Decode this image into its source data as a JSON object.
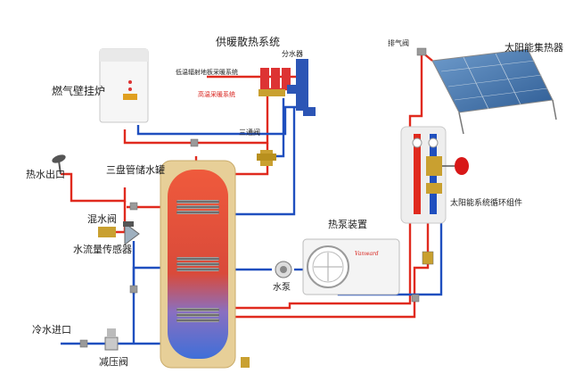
{
  "labels": {
    "boiler": "燃气壁挂炉",
    "heating_system": "供暖散热系统",
    "manifold": "分水器",
    "floor_heating": "低温辐射地板采暖系统",
    "radiator_heating": "高温采暖系统",
    "three_way_valve": "三通阀",
    "exhaust_valve": "排气阀",
    "solar_collector": "太阳能集热器",
    "solar_loop": "太阳能系统循环组件",
    "hot_water_outlet": "热水出口",
    "tank": "三盘管储水罐",
    "mixing_valve": "混水阀",
    "flow_sensor": "水流量传感器",
    "heat_pump": "热泵装置",
    "heat_pump_brand": "Vanward",
    "pump": "水泵",
    "cold_water_inlet": "冷水进口",
    "pressure_valve": "减压阀"
  },
  "colors": {
    "hot_pipe": "#e02a1e",
    "cold_pipe": "#1f4fbf",
    "tank_top": "#e8462f",
    "tank_bottom": "#3f6fd8",
    "insulation": "#e7cf98",
    "solar_panel": "#4a78b0"
  }
}
